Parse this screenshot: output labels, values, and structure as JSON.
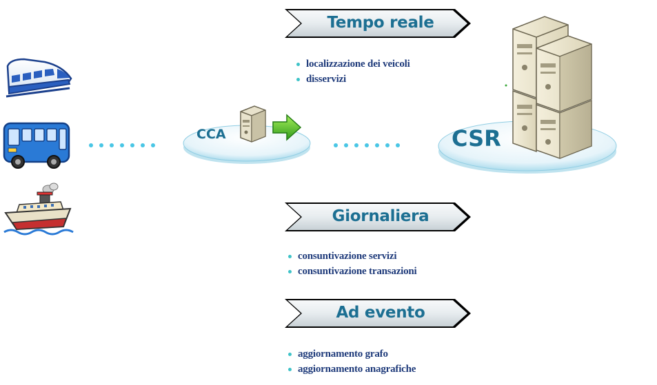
{
  "nodes": {
    "cca_label": "CCA",
    "csr_label": "CSR"
  },
  "sections": [
    {
      "title": "Tempo reale",
      "items": [
        "localizzazione dei veicoli",
        "disservizi"
      ]
    },
    {
      "title": "Giornaliera",
      "items": [
        "consuntivazione servizi",
        "consuntivazione transazioni"
      ]
    },
    {
      "title": "Ad evento",
      "items": [
        "aggiornamento grafo",
        "aggiornamento anagrafiche"
      ]
    }
  ],
  "colors": {
    "title_text": "#1c6f92",
    "bullet_text": "#1e3a7a",
    "bullet_dot": "#3ec3c8",
    "connector_dots": "#49c6e5"
  },
  "icons": [
    "train-icon",
    "bus-icon",
    "ship-icon",
    "server-icon",
    "arrow-right-icon",
    "server-stack-icon"
  ]
}
